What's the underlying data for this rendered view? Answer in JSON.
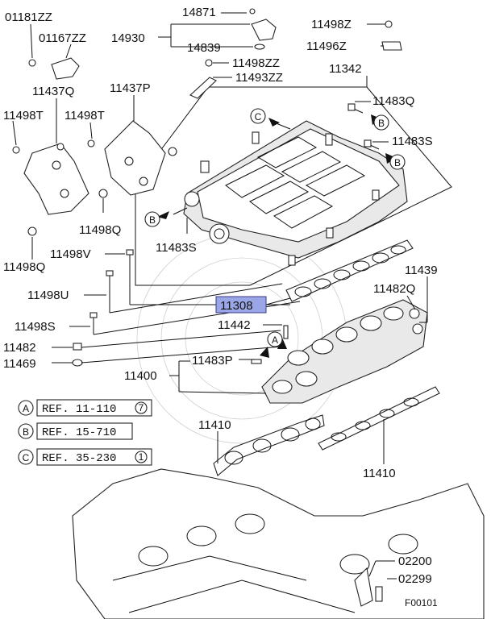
{
  "diagram": {
    "labels": {
      "p01181zz": "01181ZZ",
      "p01167zz": "01167ZZ",
      "p14871": "14871",
      "p14930": "14930",
      "p14839": "14839",
      "p11498z": "11498Z",
      "p11496z": "11496Z",
      "p11498zz": "11498ZZ",
      "p11493zz": "11493ZZ",
      "p11342": "11342",
      "p11437q": "11437Q",
      "p11437p": "11437P",
      "p11498t_a": "11498T",
      "p11498t_b": "11498T",
      "p11483q": "11483Q",
      "p11483s_a": "11483S",
      "p11498q_a": "11498Q",
      "p11483s_b": "11483S",
      "p11498q_b": "11498Q",
      "p11498v": "11498V",
      "p11439": "11439",
      "p11498u": "11498U",
      "p11482q": "11482Q",
      "p11308": "11308",
      "p11442": "11442",
      "p11498s": "11498S",
      "p11482": "11482",
      "p11483p": "11483P",
      "p11469": "11469",
      "p11400": "11400",
      "p11410_a": "11410",
      "p11410_b": "11410",
      "p02200": "02200",
      "p02299": "02299"
    },
    "markers": {
      "a": "A",
      "b": "B",
      "c": "C"
    },
    "references": [
      {
        "marker": "A",
        "ref": "REF. 11-110",
        "circled": "7"
      },
      {
        "marker": "B",
        "ref": "REF. 15-710",
        "circled": ""
      },
      {
        "marker": "C",
        "ref": "REF. 35-230",
        "circled": "1"
      }
    ],
    "figure_code": "F00101",
    "highlight_color": "#9aa6e6"
  }
}
